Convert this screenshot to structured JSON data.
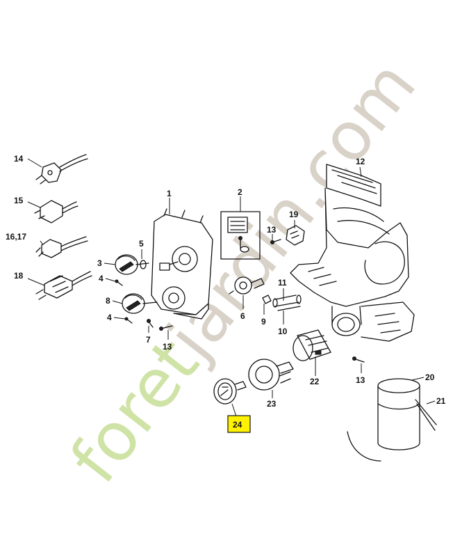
{
  "watermark": {
    "text_prefix": "foret",
    "text_suffix": "jardin.com",
    "prefix_color": "#cfe3a6",
    "accent_color": "#f6c36a",
    "suffix_color": "#d9d2c8"
  },
  "highlight_color": "#fff200",
  "callouts": {
    "p1": "1",
    "p2": "2",
    "p3": "3",
    "p4a": "4",
    "p4b": "4",
    "p5": "5",
    "p6": "6",
    "p7": "7",
    "p8": "8",
    "p9": "9",
    "p10": "10",
    "p11": "11",
    "p12": "12",
    "p13a": "13",
    "p13b": "13",
    "p13c": "13",
    "p14": "14",
    "p15": "15",
    "p1617": "16,17",
    "p18": "18",
    "p19": "19",
    "p20": "20",
    "p21": "21",
    "p22": "22",
    "p23": "23",
    "p24": "24"
  }
}
